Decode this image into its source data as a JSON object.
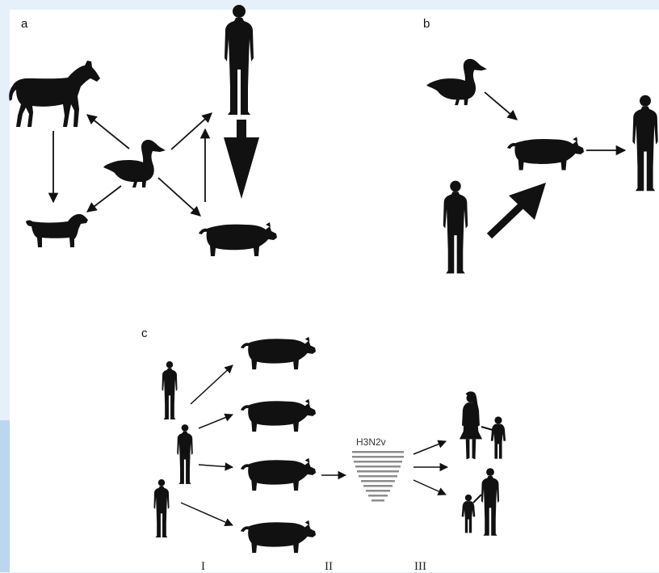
{
  "panels": {
    "a": {
      "label": "a"
    },
    "b": {
      "label": "b"
    },
    "c": {
      "label": "c",
      "virus": "H3N2v",
      "stages": [
        "I",
        "II",
        "III"
      ]
    }
  },
  "icons": {
    "horse": "horse-icon",
    "duck": "duck-icon",
    "dog": "dog-icon",
    "pig": "pig-icon",
    "man": "man-icon",
    "woman": "woman-icon",
    "child": "child-icon"
  },
  "colors": {
    "silhouette": "#111111",
    "background": "#e6f0fa",
    "figure": "#ffffff",
    "virus_bars": "#8c8c8c"
  }
}
